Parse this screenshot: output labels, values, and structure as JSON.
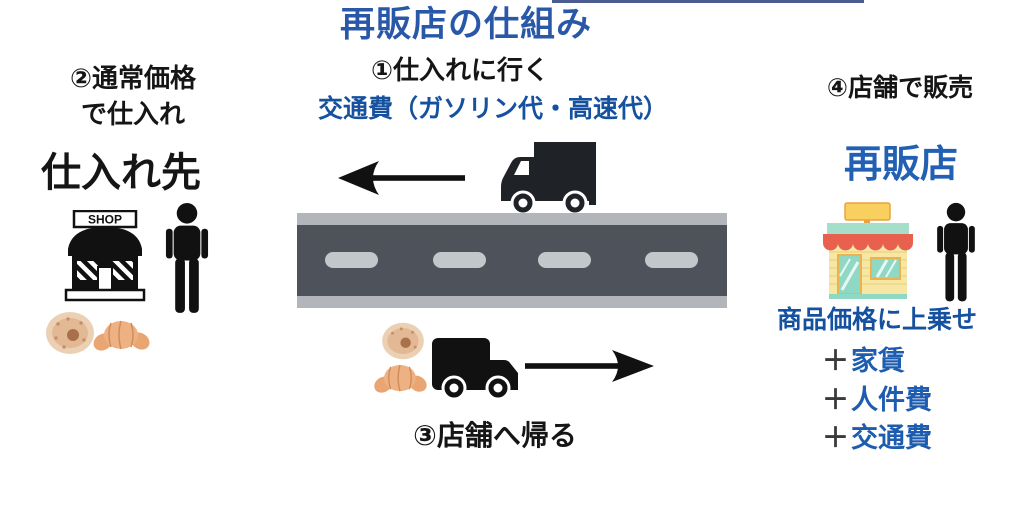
{
  "title": "再販店の仕組み",
  "center": {
    "step1": "①仕入れに行く",
    "cost_note": "交通費（ガソリン代・高速代）",
    "step3": "③店舗へ帰る"
  },
  "left": {
    "step2_line1": "②通常価格",
    "step2_line2": "で仕入れ",
    "supplier_label": "仕入れ先",
    "shop_sign": "SHOP"
  },
  "right": {
    "step4": "④店舗で販売",
    "reseller_label": "再販店",
    "markup_title": "商品価格に上乗せ",
    "markup_items": [
      {
        "plus": "＋",
        "label": "家賃"
      },
      {
        "plus": "＋",
        "label": "人件費"
      },
      {
        "plus": "＋",
        "label": "交通費"
      }
    ]
  },
  "icons": [
    "shop-storefront-icon",
    "person-icon",
    "bread-donut-icon",
    "bread-croissant-icon",
    "arrow-left-icon",
    "box-truck-left-icon",
    "road-graphic",
    "bread-donut-icon",
    "bread-croissant-icon",
    "box-truck-right-icon",
    "arrow-right-icon",
    "reseller-store-icon",
    "person-icon"
  ],
  "colors": {
    "title_blue": "#2a58a8",
    "accent_blue": "#1d5cae",
    "text_black": "#151515",
    "plus_gray": "#3a3a3a",
    "road_asphalt": "#4e525b",
    "road_edge": "#b2b5b9",
    "road_dash": "#c3c6ca",
    "truck_black": "#1f2226",
    "store_sign_yellow": "#f9cf5f",
    "store_roof_mint": "#a5dfc9",
    "store_awning_red": "#e7614e",
    "store_wall_yellow": "#f6e7a4",
    "store_glass_teal": "#8fd9c4"
  }
}
